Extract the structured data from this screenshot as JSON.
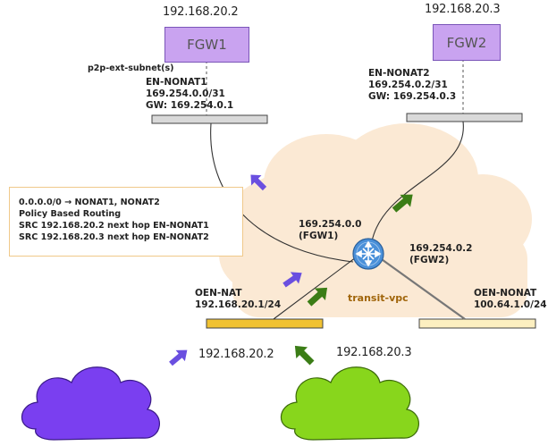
{
  "top_ips": {
    "fgw1": "192.168.20.2",
    "fgw2": "192.168.20.3"
  },
  "fgw1": {
    "label": "FGW1"
  },
  "fgw2": {
    "label": "FGW2"
  },
  "subnet_caption": "p2p-ext-subnet(s)",
  "en_nonat1": {
    "name": "EN-NONAT1",
    "cidr": "169.254.0.0/31",
    "gw": "GW: 169.254.0.1"
  },
  "en_nonat2": {
    "name": "EN-NONAT2",
    "cidr": "169.254.0.2/31",
    "gw": "GW: 169.254.0.3"
  },
  "policy": {
    "line1": "0.0.0.0/0 → NONAT1, NONAT2",
    "line2": "Policy Based Routing",
    "line3": "SRC 192.168.20.2 next hop EN-NONAT1",
    "line4": "SRC 192.168.20.3 next hop EN-NONAT2"
  },
  "router_fgw1": {
    "ip": "169.254.0.0",
    "tag": "(FGW1)"
  },
  "router_fgw2": {
    "ip": "169.254.0.2",
    "tag": "(FGW2)"
  },
  "transit_vpc": "transit-vpc",
  "oen_nat": {
    "name": "OEN-NAT",
    "cidr": "192.168.20.1/24"
  },
  "oen_nonat": {
    "name": "OEN-NONAT",
    "cidr": "100.64.1.0/24"
  },
  "bottom_ips": {
    "left": "192.168.20.2",
    "right": "192.168.20.3"
  },
  "colors": {
    "cloud": "#fbe9d4",
    "fgw_box": "#c9a3f0",
    "purple_arrow": "#6a4fe0",
    "green_arrow": "#3b7d16",
    "nat_subnet": "#f1c232",
    "nonat_subnet": "#fcefc0",
    "router": "#4a90d9",
    "transit_text": "#a0650a",
    "purple_cloud": "#7a3ff0",
    "green_cloud": "#88d61c"
  }
}
